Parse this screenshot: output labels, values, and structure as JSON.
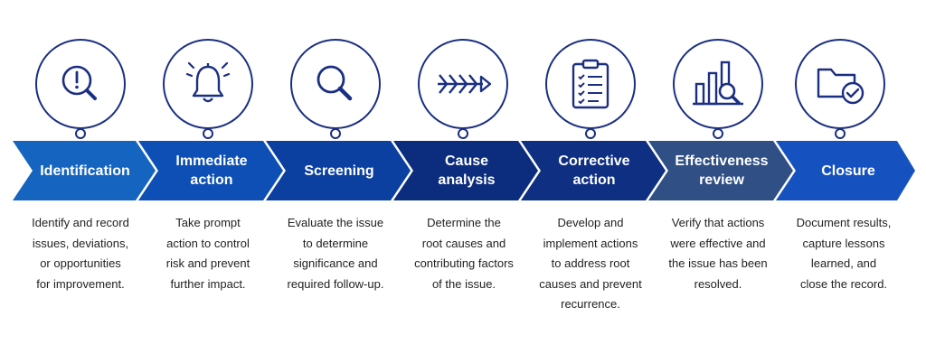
{
  "steps": [
    {
      "label_line1": "Identification",
      "label_line2": "",
      "icon": "magnifier-exclamation-icon",
      "color": "#1565c0",
      "description": [
        "Identify and record",
        "issues, deviations,",
        "or opportunities",
        "for improvement."
      ]
    },
    {
      "label_line1": "Immediate",
      "label_line2": "action",
      "icon": "bell-icon",
      "color": "#0d4fb5",
      "description": [
        "Take prompt",
        "action to control",
        "risk and prevent",
        "further impact."
      ]
    },
    {
      "label_line1": "Screening",
      "label_line2": "",
      "icon": "search-icon",
      "color": "#0b3fa0",
      "description": [
        "Evaluate the issue",
        "to determine",
        "significance and",
        "required follow-up."
      ]
    },
    {
      "label_line1": "Cause",
      "label_line2": "analysis",
      "icon": "fishbone-arrow-icon",
      "color": "#0c2d7e",
      "description": [
        "Determine the",
        "root causes and",
        "contributing factors",
        "of the issue."
      ]
    },
    {
      "label_line1": "Corrective",
      "label_line2": "action",
      "icon": "clipboard-checklist-icon",
      "color": "#0e2f82",
      "description": [
        "Develop and",
        "implement actions",
        "to address root",
        "causes and prevent",
        "recurrence."
      ]
    },
    {
      "label_line1": "Effectiveness",
      "label_line2": "review",
      "icon": "bar-chart-magnifier-icon",
      "color": "#2f4f85",
      "description": [
        "Verify that actions",
        "were effective and",
        "the issue has been",
        "resolved."
      ]
    },
    {
      "label_line1": "Closure",
      "label_line2": "",
      "icon": "folder-check-icon",
      "color": "#1552c0",
      "description": [
        "Document results,",
        "capture lessons",
        "learned, and",
        "close the record."
      ]
    }
  ],
  "colors": {
    "icon_stroke": "#1b2f82",
    "text": "#222222"
  }
}
